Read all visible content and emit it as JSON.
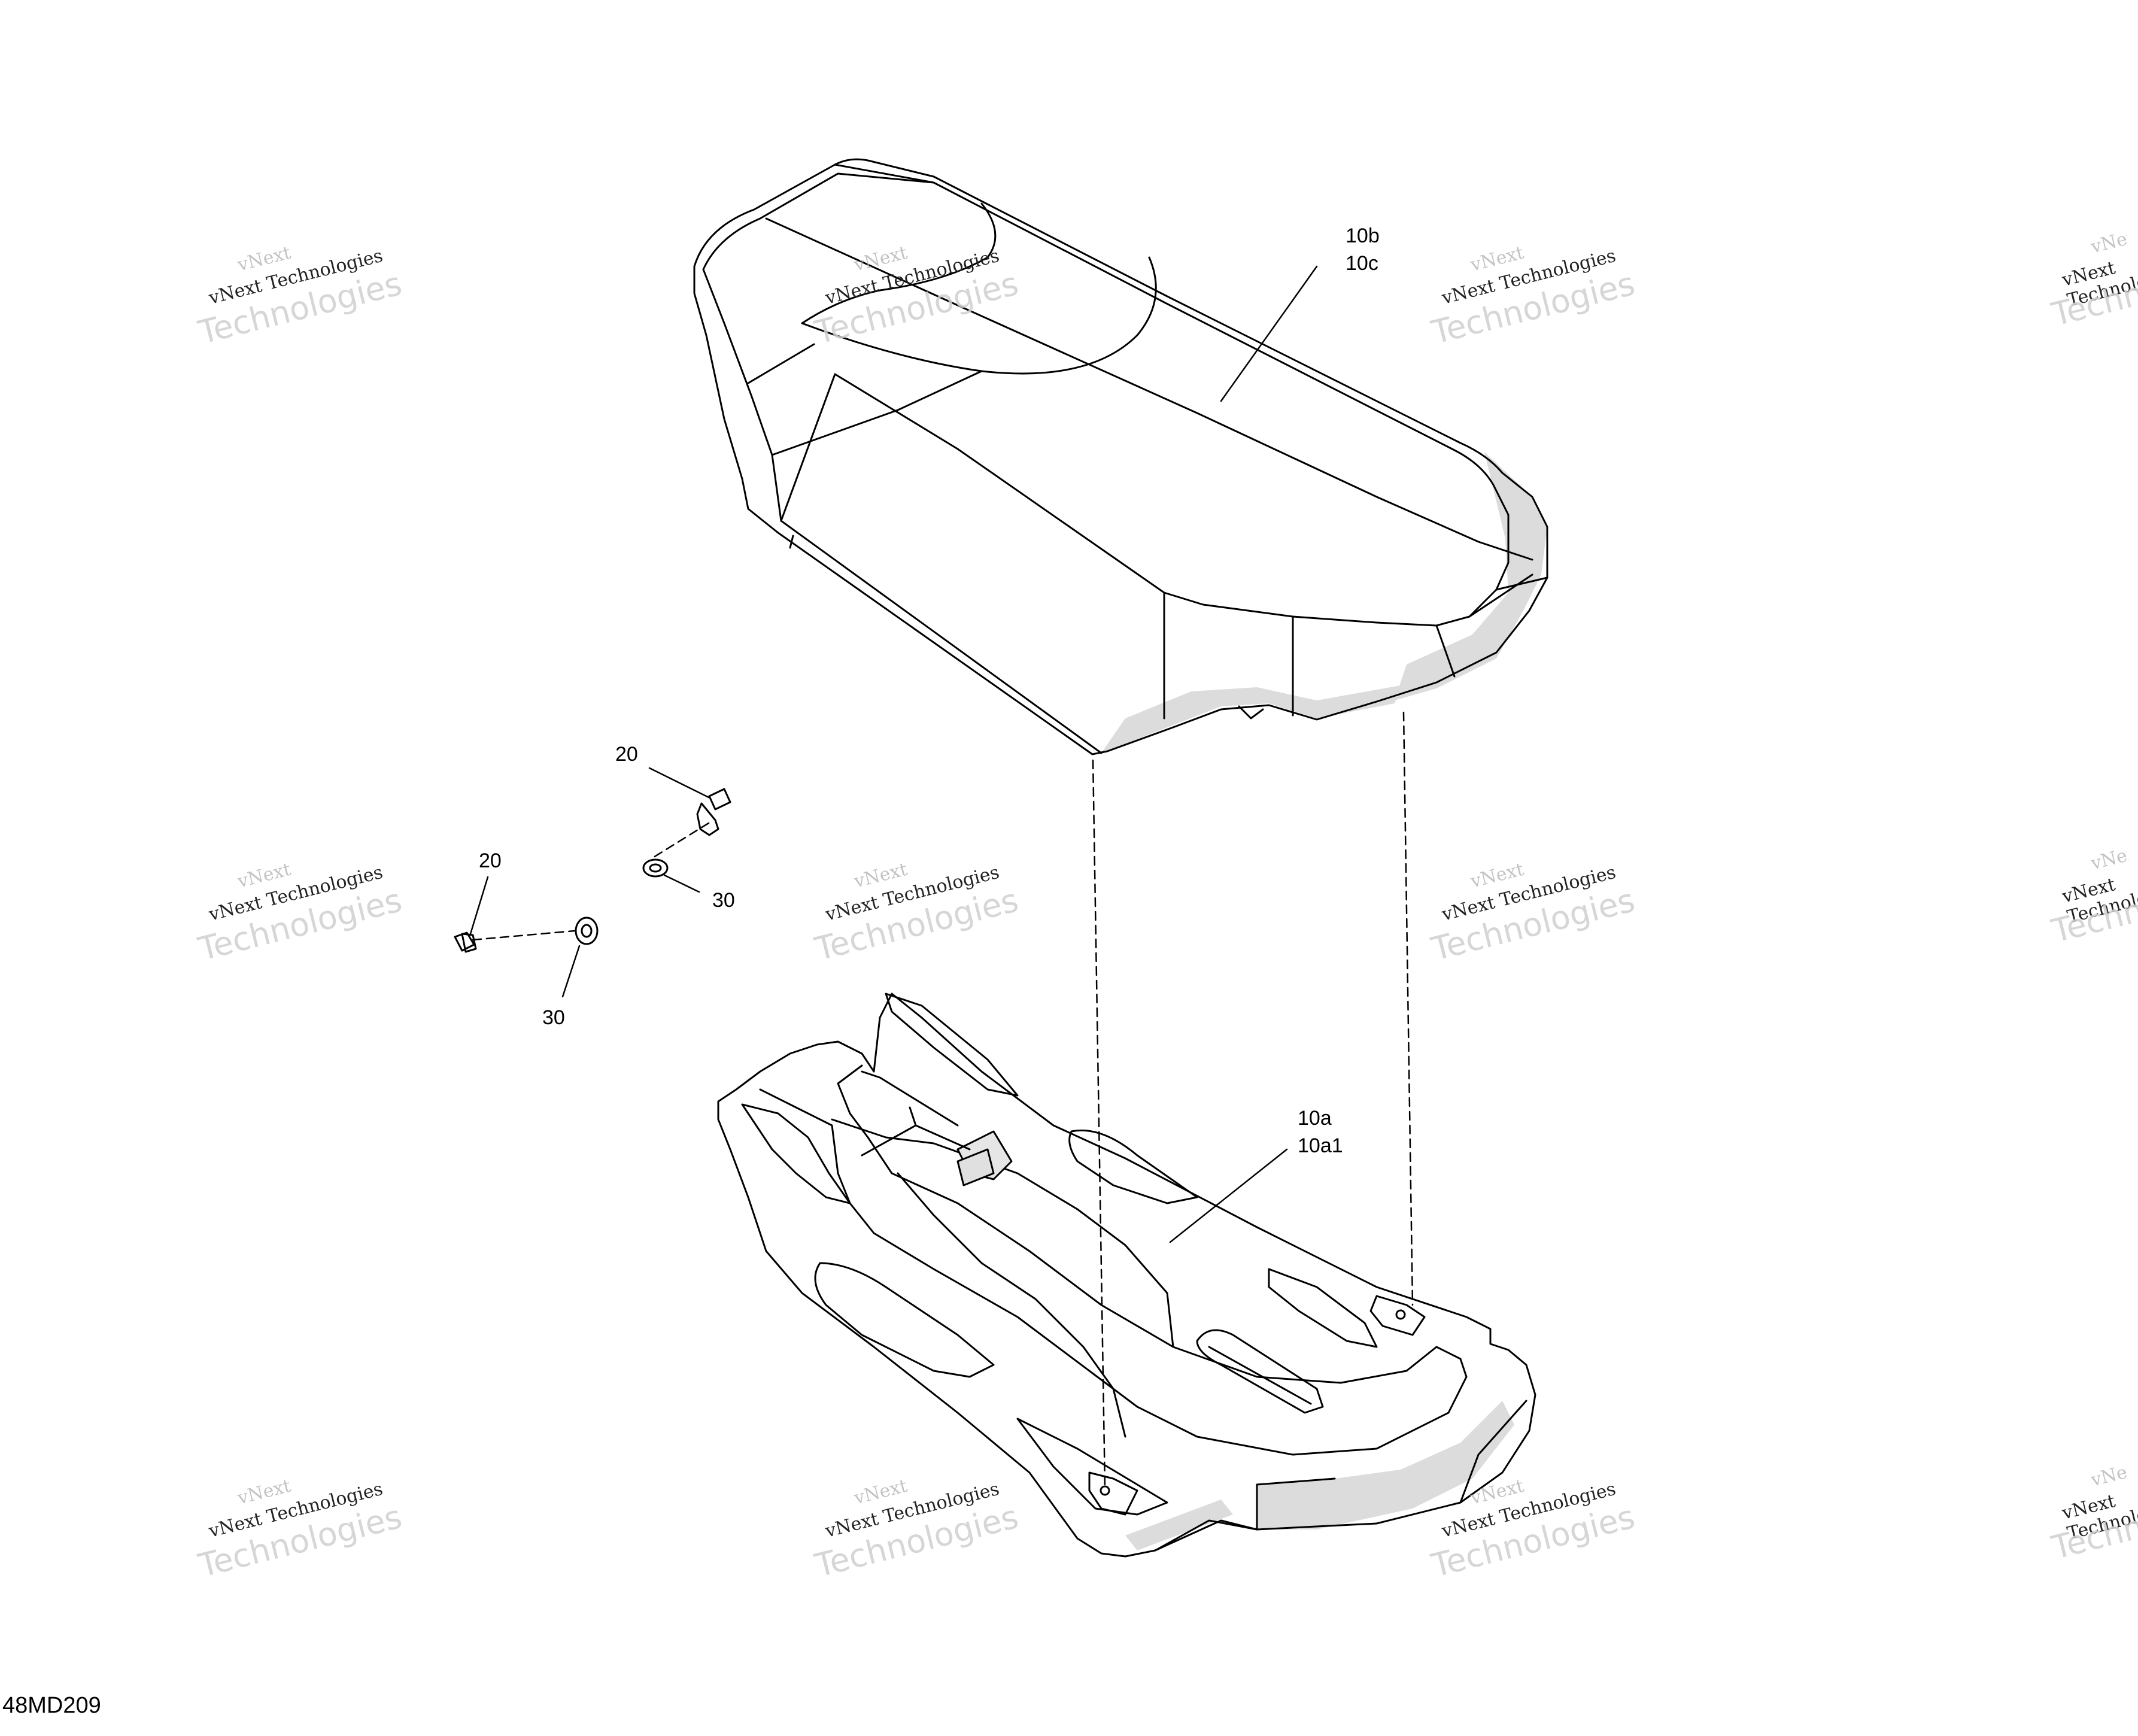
{
  "figure_id": "48MD209",
  "callouts": {
    "seat_cover_a": "10b",
    "seat_cover_b": "10c",
    "seat_base_a": "10a",
    "seat_base_b": "10a1",
    "screw_upper": "20",
    "screw_lower": "20",
    "washer_upper": "30",
    "washer_lower": "30"
  },
  "watermark": {
    "line1": "vNext",
    "line2": "vNext Technologies",
    "line3": "Technologies"
  },
  "colors": {
    "stroke": "#000000",
    "shade": "#d9d9d9",
    "watermark": "#c8c8c8"
  }
}
